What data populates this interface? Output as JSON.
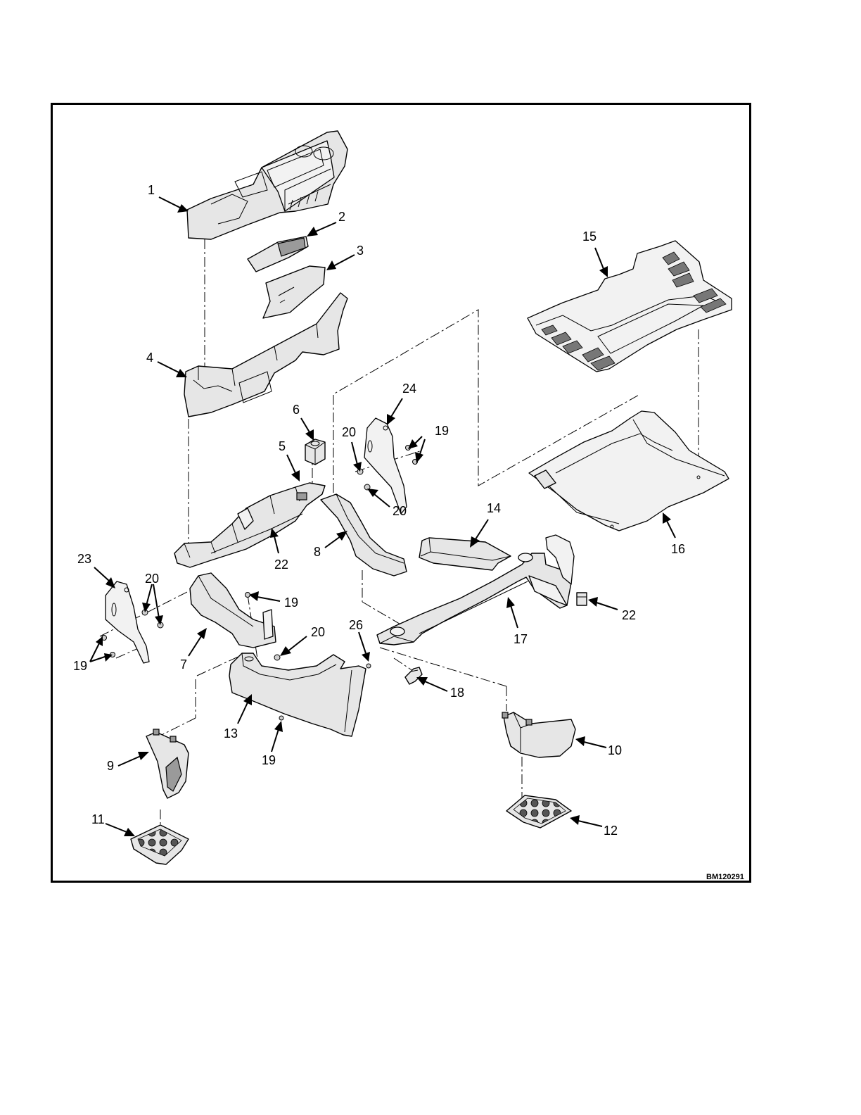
{
  "figure_id": "BM120291",
  "callouts": [
    {
      "key": "c1",
      "label": "1"
    },
    {
      "key": "c2",
      "label": "2"
    },
    {
      "key": "c3",
      "label": "3"
    },
    {
      "key": "c4",
      "label": "4"
    },
    {
      "key": "c5",
      "label": "5"
    },
    {
      "key": "c6",
      "label": "6"
    },
    {
      "key": "c7",
      "label": "7"
    },
    {
      "key": "c8",
      "label": "8"
    },
    {
      "key": "c9",
      "label": "9"
    },
    {
      "key": "c10",
      "label": "10"
    },
    {
      "key": "c11",
      "label": "11"
    },
    {
      "key": "c12",
      "label": "12"
    },
    {
      "key": "c13",
      "label": "13"
    },
    {
      "key": "c14",
      "label": "14"
    },
    {
      "key": "c15",
      "label": "15"
    },
    {
      "key": "c16",
      "label": "16"
    },
    {
      "key": "c17",
      "label": "17"
    },
    {
      "key": "c18",
      "label": "18"
    },
    {
      "key": "c19a",
      "label": "19"
    },
    {
      "key": "c19b",
      "label": "19"
    },
    {
      "key": "c19c",
      "label": "19"
    },
    {
      "key": "c19d",
      "label": "19"
    },
    {
      "key": "c20a",
      "label": "20"
    },
    {
      "key": "c20b",
      "label": "20"
    },
    {
      "key": "c20c",
      "label": "20"
    },
    {
      "key": "c20d",
      "label": "20"
    },
    {
      "key": "c22a",
      "label": "22"
    },
    {
      "key": "c22b",
      "label": "22"
    },
    {
      "key": "c23",
      "label": "23"
    },
    {
      "key": "c24",
      "label": "24"
    },
    {
      "key": "c26",
      "label": "26"
    }
  ]
}
